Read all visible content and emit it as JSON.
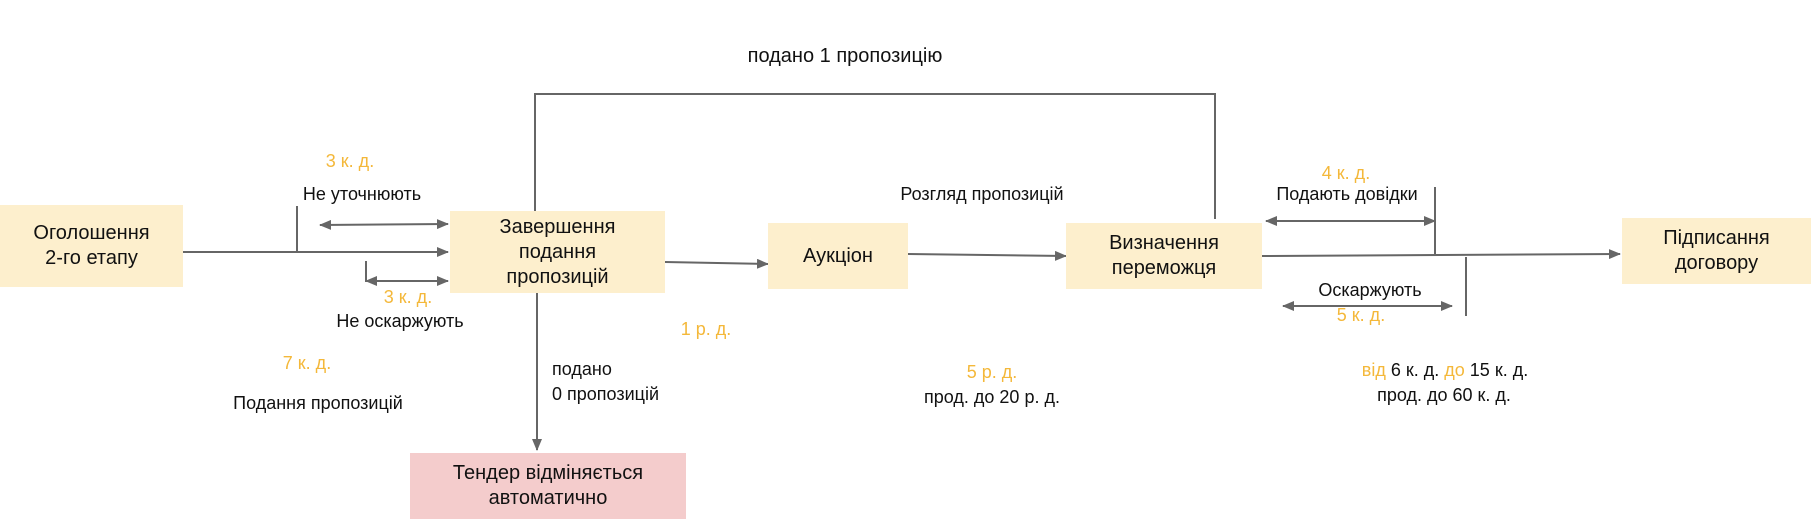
{
  "nodes": {
    "announce": "Оголошення\n2-го етапу",
    "completion": "Завершення\nподання\nпропозицій",
    "auction": "Аукціон",
    "winner": "Визначення\nпереможця",
    "signing": "Підписання\nдоговору",
    "cancel": "Тендер відміняється\nавтоматично"
  },
  "labels": {
    "one_proposal": "подано 1 пропозицію",
    "clarify_days": "3 к. д.",
    "clarify": "Не уточнюють",
    "appeal_days": "3 к. д.",
    "appeal": "Не оскаржують",
    "submission_days": "7 к. д.",
    "submission": "Подання пропозицій",
    "zero_line1": "подано",
    "zero_line2": "0 пропозицій",
    "auction_days": "1 р. д.",
    "review": "Розгляд пропозицій",
    "review_days": "5 р. д.",
    "review_ext": "прод. до 20 р. д.",
    "docs_days": "4  к. д.",
    "docs": "Подають довідки",
    "contest": "Оскаржують",
    "contest_days": "5  к. д.",
    "sign_from": "від",
    "sign_from_val": " 6 к. д. ",
    "sign_to": "до",
    "sign_to_val": " 15 к. д.",
    "sign_ext": "прод. до 60 к. д."
  },
  "colors": {
    "node_fill": "#fdefcd",
    "cancel_fill": "#f4cccc",
    "accent_orange": "#f4b83a",
    "line": "#666666"
  }
}
